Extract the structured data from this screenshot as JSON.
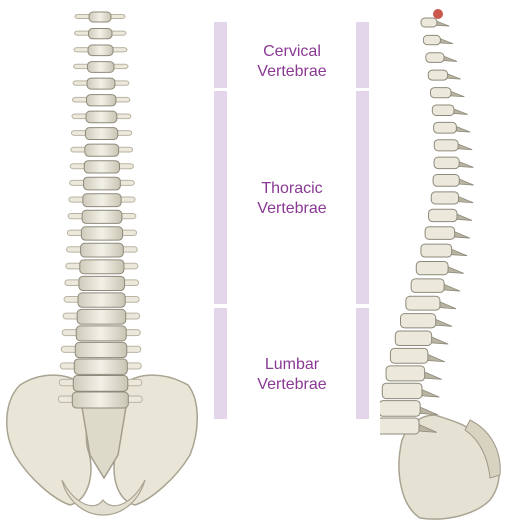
{
  "regions": [
    {
      "name": "cervical",
      "label": "Cervical\nVertebrae"
    },
    {
      "name": "thoracic",
      "label": "Thoracic\nVertebrae"
    },
    {
      "name": "lumbar",
      "label": "Lumbar\nVertebrae"
    }
  ],
  "colors": {
    "bracket": "#e3d6eb",
    "label": "#8a3a94",
    "bone": "#ece9dc",
    "bone_shadow": "#b9b4a2",
    "bone_dark": "#8e8a7b",
    "accent": "#c0392b"
  },
  "images": [
    {
      "name": "spine-anterior-view",
      "kind": "photo"
    },
    {
      "name": "spine-lateral-view",
      "kind": "photo"
    }
  ]
}
